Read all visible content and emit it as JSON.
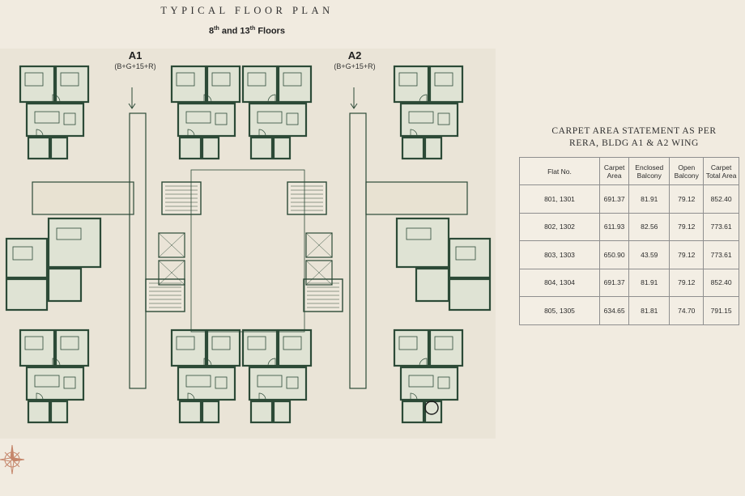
{
  "header": {
    "title": "TYPICAL FLOOR PLAN",
    "subtitle_prefix": "8",
    "subtitle_sup1": "th",
    "subtitle_mid": " and 13",
    "subtitle_sup2": "th",
    "subtitle_suffix": " Floors"
  },
  "wings": [
    {
      "name": "A1",
      "spec": "(B+G+15+R)"
    },
    {
      "name": "A2",
      "spec": "(B+G+15+R)"
    }
  ],
  "statement": {
    "title_line1": "CARPET AREA STATEMENT AS PER",
    "title_line2": "RERA, BLDG A1 & A2 WING",
    "columns": [
      "Flat No.",
      "Carpet Area",
      "Enclosed Balcony",
      "Open Balcony",
      "Carpet Total Area"
    ],
    "rows": [
      [
        "801, 1301",
        "691.37",
        "81.91",
        "79.12",
        "852.40"
      ],
      [
        "802, 1302",
        "611.93",
        "82.56",
        "79.12",
        "773.61"
      ],
      [
        "803, 1303",
        "650.90",
        "43.59",
        "79.12",
        "773.61"
      ],
      [
        "804, 1304",
        "691.37",
        "81.91",
        "79.12",
        "852.40"
      ],
      [
        "805, 1305",
        "634.65",
        "81.81",
        "74.70",
        "791.15"
      ]
    ]
  },
  "colors": {
    "background": "#f1ebe0",
    "plan_background": "#eae4d7",
    "wall": "#2c4a37",
    "room_fill": "#dfe3d4",
    "compass": "#c5866b"
  },
  "icons": [
    "compass-rose-icon"
  ]
}
